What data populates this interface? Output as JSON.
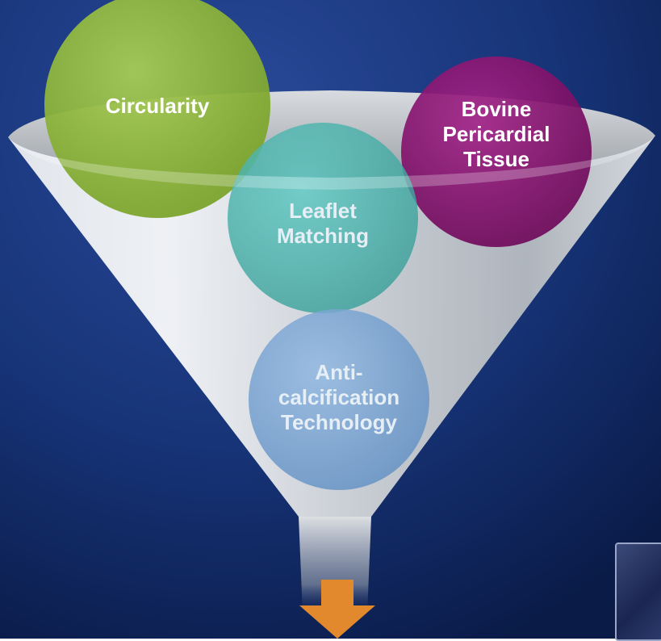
{
  "diagram": {
    "type": "funnel",
    "colors": {
      "background_top": "#1f3a86",
      "background_bottom": "#0a1b48",
      "circularity": "#8ab33a",
      "leaflet_matching": "#4ab7b0",
      "bovine": "#8a1270",
      "anti_calcification": "#7aa6d4",
      "arrow": "#e3892d"
    },
    "stages": [
      {
        "id": "circularity",
        "label_lines": [
          "Circularity"
        ]
      },
      {
        "id": "bovine",
        "label_lines": [
          "Bovine",
          "Pericardial",
          "Tissue"
        ]
      },
      {
        "id": "leaflet",
        "label_lines": [
          "Leaflet",
          "Matching"
        ]
      },
      {
        "id": "anti",
        "label_lines": [
          "Anti-",
          "calcification",
          "Technology"
        ]
      }
    ],
    "output_icon": "down-arrow-icon",
    "corner_icon": "thumbnail-image"
  }
}
